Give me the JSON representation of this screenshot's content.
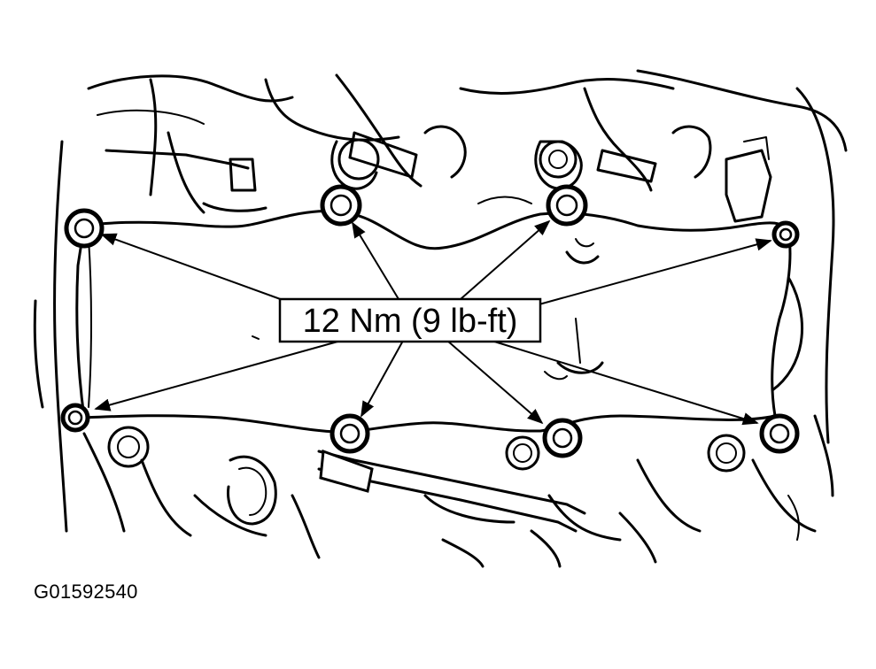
{
  "callout": {
    "torque_spec": "12 Nm (9 lb-ft)"
  },
  "figure": {
    "id": "G01592540"
  },
  "colors": {
    "line": "#000000",
    "background": "#ffffff"
  },
  "bolts": [
    {
      "name": "bolt-upper-left"
    },
    {
      "name": "bolt-upper-center-left"
    },
    {
      "name": "bolt-upper-center-right"
    },
    {
      "name": "bolt-upper-right"
    },
    {
      "name": "bolt-lower-left"
    },
    {
      "name": "bolt-lower-center-left"
    },
    {
      "name": "bolt-lower-center-right"
    },
    {
      "name": "bolt-lower-right"
    }
  ]
}
